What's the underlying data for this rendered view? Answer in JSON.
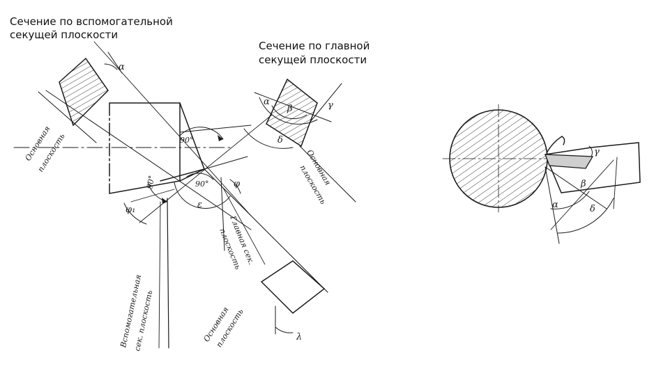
{
  "captions": {
    "aux_section_line1": "Сечение по вспомогательной",
    "aux_section_line2": "секущей плоскости",
    "main_section_line1": "Сечение по главной",
    "main_section_line2": "секущей плоскости"
  },
  "drawing_labels": {
    "base_plane_left_1": "Основная",
    "base_plane_left_2": "плоскость",
    "base_plane_right_1": "Основная",
    "base_plane_right_2": "плоскость",
    "base_plane_bottom_1": "Основная",
    "base_plane_bottom_2": "плоскость",
    "aux_plane_1": "Вспомогательная",
    "aux_plane_2": "сек. плоскость",
    "main_plane_1": "Главная сек.",
    "main_plane_2": "плоскость",
    "angle_90_top": "90°",
    "angle_90_center": "90°",
    "angle_90_left": "90°",
    "alpha": "α",
    "beta": "β",
    "gamma": "γ",
    "delta": "δ",
    "phi": "φ",
    "phi1": "φ₁",
    "epsilon": "ε",
    "lambda": "λ"
  },
  "colors": {
    "ink": "#1a1a1a",
    "text": "#111111",
    "background": "#ffffff"
  }
}
